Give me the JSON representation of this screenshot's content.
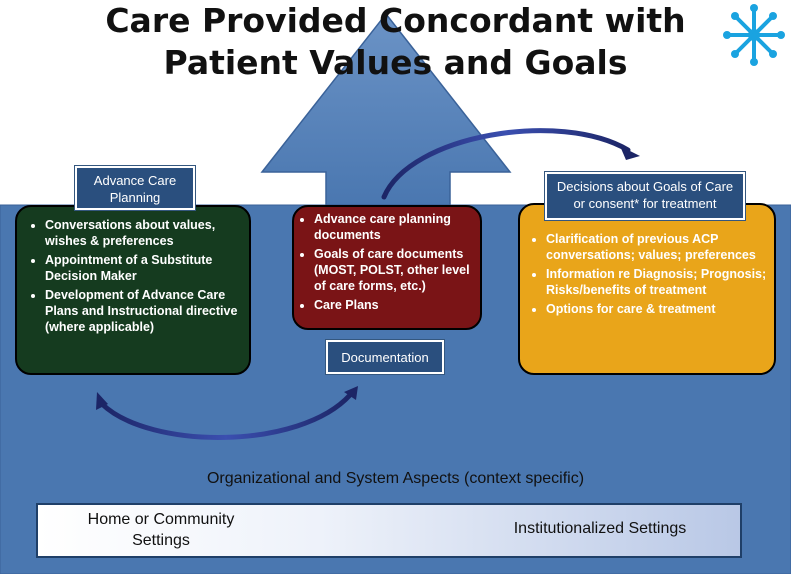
{
  "title": {
    "line1": "Care Provided Concordant with",
    "line2": "Patient Values and Goals"
  },
  "icon": "snowflake-logo-icon",
  "colors": {
    "background_panel": "#4a77b0",
    "arrow": "#4a77b0",
    "acp_box": "#153b1f",
    "doc_box": "#7a1416",
    "decision_box": "#e9a51a",
    "tag": "#2a4f7e",
    "curved_arrow": "#1e2a6e",
    "logo": "#1aa3e0"
  },
  "advance_care_planning": {
    "label_line1": "Advance Care",
    "label_line2": "Planning",
    "items": [
      "Conversations about values, wishes & preferences",
      "Appointment of a Substitute Decision Maker",
      "Development of Advance Care Plans and Instructional directive (where applicable)"
    ]
  },
  "documentation": {
    "label": "Documentation",
    "items": [
      "Advance care planning documents",
      "Goals of care documents (MOST, POLST, other level of care forms, etc.)",
      "Care Plans"
    ]
  },
  "decisions": {
    "label_line1": "Decisions about Goals of Care",
    "label_line2": "or consent* for treatment",
    "items": [
      "Clarification of previous ACP conversations; values; preferences",
      "Information re Diagnosis; Prognosis; Risks/benefits of treatment",
      "Options  for care & treatment"
    ]
  },
  "organizational_label": "Organizational  and System Aspects (context specific)",
  "settings": {
    "home_line1": "Home or Community",
    "home_line2": "Settings",
    "institutional": "Institutionalized Settings"
  }
}
